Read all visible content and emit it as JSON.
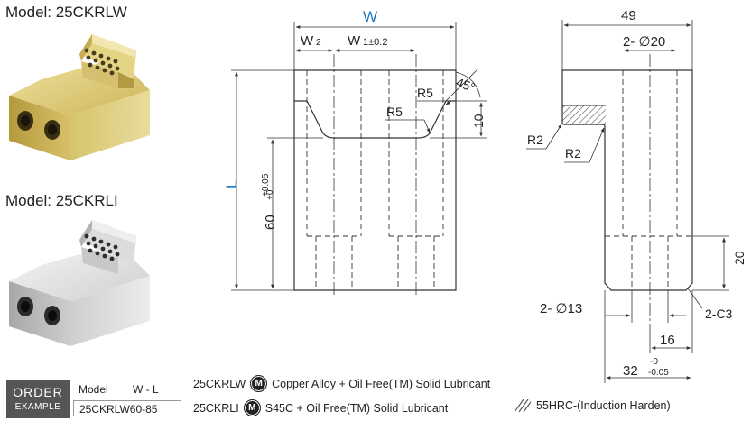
{
  "models": [
    {
      "title": "Model: 25CKRLW",
      "color": "#c9b24e"
    },
    {
      "title": "Model: 25CKRLI",
      "color": "#c2c2c2"
    }
  ],
  "front_view": {
    "width_label": "W",
    "w2_label": "W",
    "w2_sub": "2",
    "w1_label": "W",
    "w1_sub": "1±0.2",
    "angle_label": "45°",
    "radius_label_1": "R5",
    "radius_label_2": "R5",
    "chamfer_height": "10",
    "length_label": "L",
    "height_label": "60",
    "height_tol_upper": "+0.05",
    "height_tol_lower": "+0"
  },
  "side_view": {
    "overall_width": "49",
    "upper_hole_label": "2- ∅20",
    "radius_label_1": "R2",
    "radius_label_2": "R2",
    "lower_hole_label": "2- ∅13",
    "lower_height": "20",
    "chamfer_label": "2-C3",
    "hole_offset": "16",
    "base_width": "32",
    "base_tol_upper": "-0",
    "base_tol_lower": "-0.05"
  },
  "order": {
    "title_line1": "ORDER",
    "title_line2": "EXAMPLE",
    "model_label": "Model",
    "format_label": "W - L",
    "example": "25CKRLW60-85"
  },
  "materials": [
    {
      "model": "25CKRLW",
      "badge": "M",
      "text": "Copper Alloy + Oil Free(TM) Solid Lubricant"
    },
    {
      "model": "25CKRLI",
      "badge": "M",
      "text": "S45C + Oil Free(TM) Solid Lubricant"
    }
  ],
  "hardening_legend": "55HRC-(Induction Harden)",
  "accent_color": "#1b78c0"
}
